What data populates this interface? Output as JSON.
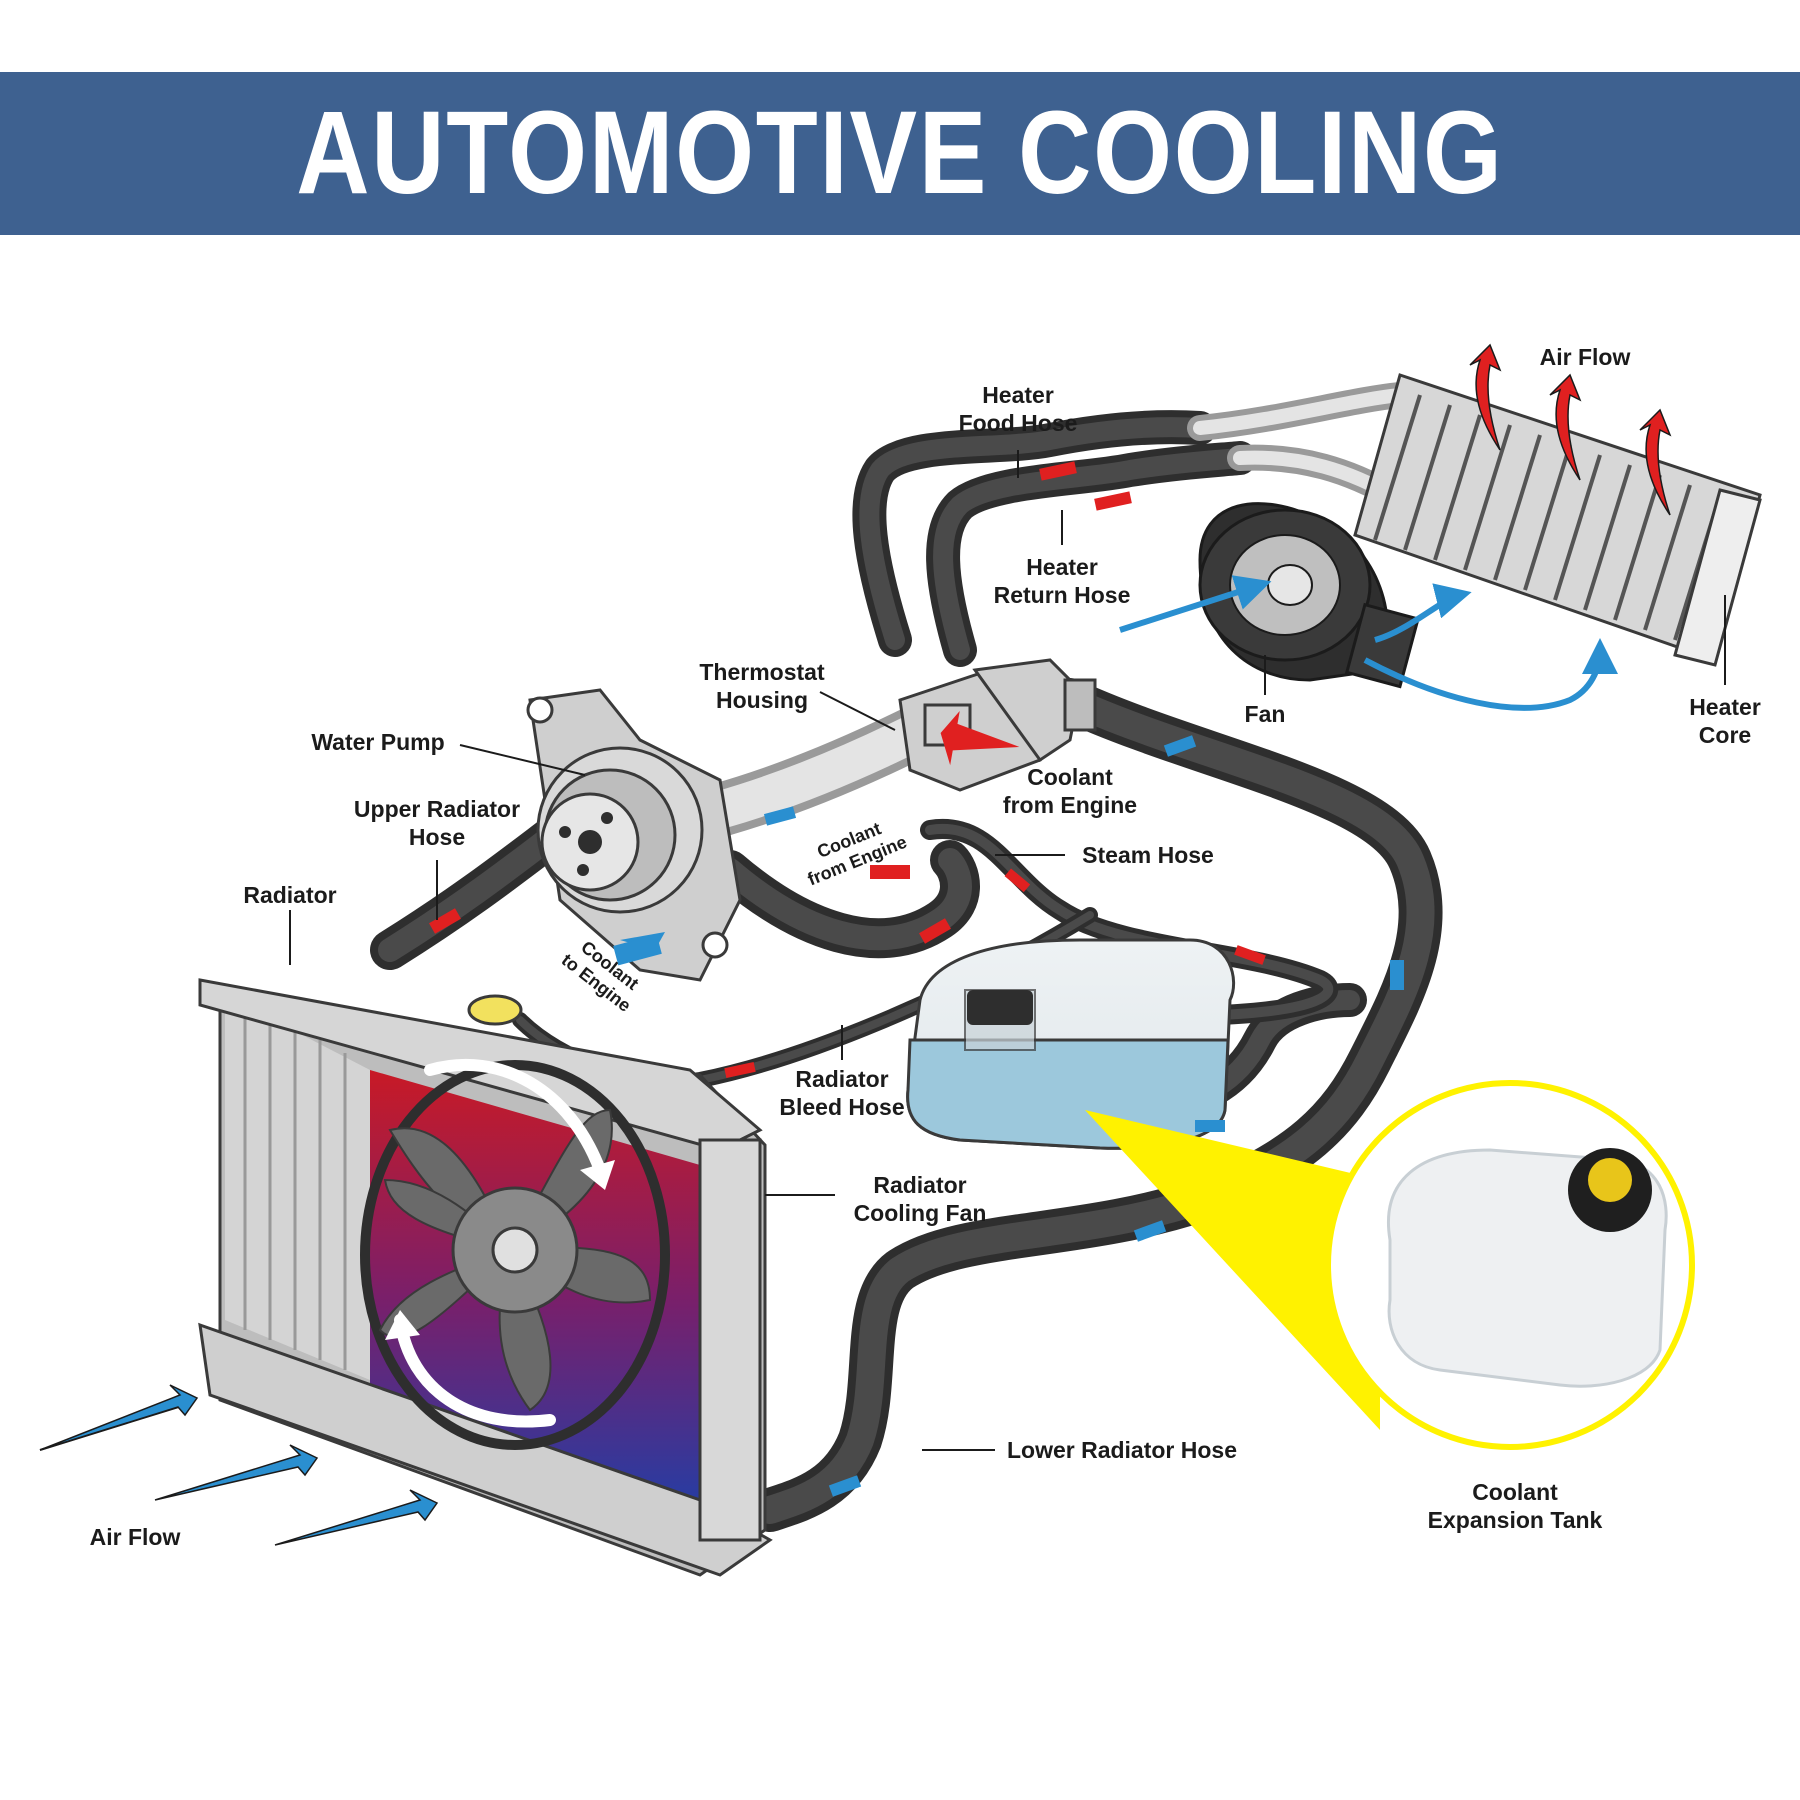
{
  "title": "AUTOMOTIVE COOLING SYSTEM",
  "colors": {
    "banner": "#3e6190",
    "hose": "#2e2e2e",
    "hot_arrow": "#e02020",
    "cold_arrow": "#2a8fd0",
    "coolant": "#9cc8dc",
    "highlight": "#fff200"
  },
  "labels": {
    "heater_food_hose": [
      "Heater",
      "Food Hose"
    ],
    "heater_return_hose": [
      "Heater",
      "Return Hose"
    ],
    "air_flow_top": "Air Flow",
    "thermostat_housing": [
      "Thermostat",
      "Housing"
    ],
    "water_pump": "Water Pump",
    "upper_radiator_hose": [
      "Upper Radiator",
      "Hose"
    ],
    "radiator": "Radiator",
    "fan": "Fan",
    "heater_core": [
      "Heater",
      "Core"
    ],
    "coolant_from_engine_main": [
      "Coolant",
      "from Engine"
    ],
    "coolant_from_engine_small": [
      "Coolant",
      "from Engine"
    ],
    "coolant_to_engine": [
      "Coolant",
      "to Engine"
    ],
    "steam_hose": "Steam Hose",
    "radiator_bleed_hose": [
      "Radiator",
      "Bleed Hose"
    ],
    "radiator_cooling_fan": [
      "Radiator",
      "Cooling Fan"
    ],
    "lower_radiator_hose": "Lower Radiator Hose",
    "air_flow_bottom": "Air Flow",
    "coolant_expansion_tank": [
      "Coolant",
      "Expansion Tank"
    ]
  },
  "icons": {
    "hot_flow": "red-arrow-icon",
    "cold_flow": "blue-arrow-icon",
    "rotation": "rotation-arrow-icon"
  }
}
